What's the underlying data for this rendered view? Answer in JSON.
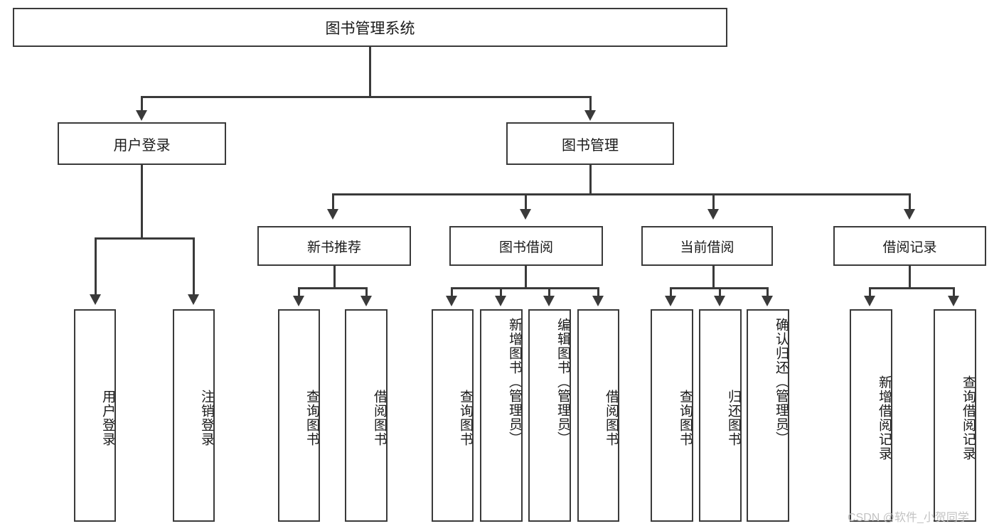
{
  "diagram": {
    "title": "图书管理系统",
    "root": {
      "label": "图书管理系统"
    },
    "tier1": [
      {
        "label": "用户登录"
      },
      {
        "label": "图书管理"
      }
    ],
    "tier2": [
      {
        "label": "新书推荐"
      },
      {
        "label": "图书借阅"
      },
      {
        "label": "当前借阅"
      },
      {
        "label": "借阅记录"
      }
    ],
    "leaves": {
      "user_login": [
        {
          "label": "用户登录"
        },
        {
          "label": "注销登录"
        }
      ],
      "new_book_recommend": [
        {
          "label": "查询图书"
        },
        {
          "label": "借阅图书"
        }
      ],
      "book_borrow": [
        {
          "label": "查询图书"
        },
        {
          "label": "新增图书（管理员）"
        },
        {
          "label": "编辑图书（管理员）"
        },
        {
          "label": "借阅图书"
        }
      ],
      "current_borrow": [
        {
          "label": "查询图书"
        },
        {
          "label": "归还图书"
        },
        {
          "label": "确认归还（管理员）"
        }
      ],
      "borrow_record": [
        {
          "label": "新增借阅记录"
        },
        {
          "label": "查询借阅记录"
        }
      ]
    }
  },
  "watermark": {
    "text": "CSDN @软件_小贺同学"
  },
  "colors": {
    "border": "#3a3a3a",
    "background": "#ffffff",
    "text": "#1a1a1a",
    "watermark": "#c2c2c2"
  }
}
